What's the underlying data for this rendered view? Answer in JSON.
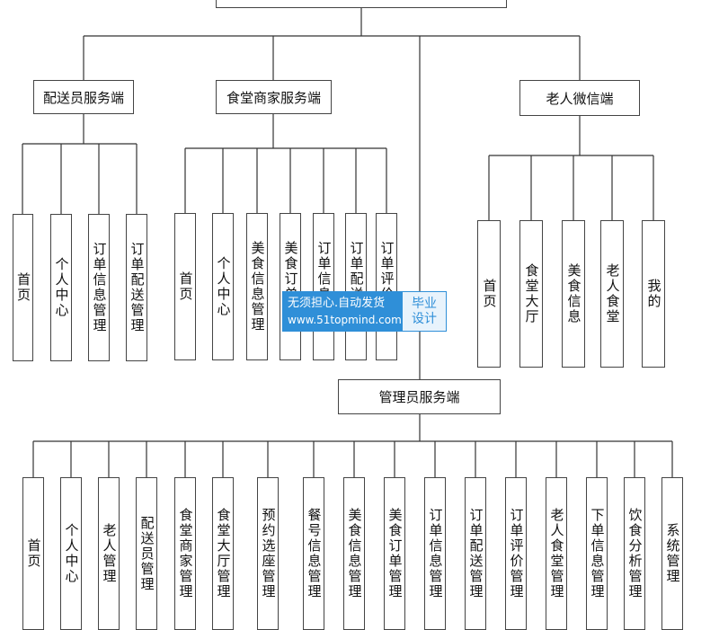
{
  "diagram": {
    "top_node_label": "",
    "courier": {
      "label": "配送员服务端",
      "children": [
        "首页",
        "个人中心",
        "订单信息管理",
        "订单配送管理"
      ]
    },
    "merchant": {
      "label": "食堂商家服务端",
      "children": [
        "首页",
        "个人中心",
        "美食信息管理",
        "美食订单管理",
        "订单信息管理",
        "订单配送管理",
        "订单评价管理"
      ]
    },
    "elder": {
      "label": "老人微信端",
      "children": [
        "首页",
        "食堂大厅",
        "美食信息",
        "老人食堂",
        "我的"
      ]
    },
    "admin": {
      "label": "管理员服务端",
      "children": [
        "首页",
        "个人中心",
        "老人管理",
        "配送员管理",
        "食堂商家管理",
        "食堂大厅管理",
        "预约选座管理",
        "餐号信息管理",
        "美食信息管理",
        "美食订单管理",
        "订单信息管理",
        "订单配送管理",
        "订单评价管理",
        "老人食堂管理",
        "下单信息管理",
        "饮食分析管理",
        "系统管理"
      ]
    }
  },
  "watermark": {
    "line1": "无须担心.自动发货",
    "line2": "www.51topmind.com",
    "badge_line1": "毕业",
    "badge_line2": "设计",
    "colors": {
      "blue": "#2f8fd8",
      "light": "#e8f3fc"
    }
  }
}
